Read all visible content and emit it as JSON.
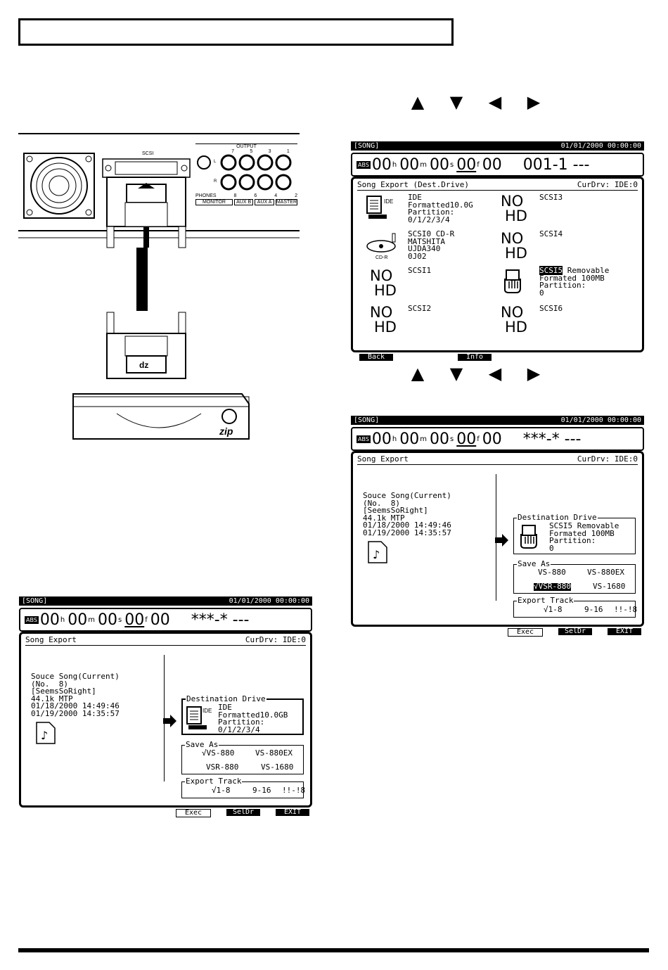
{
  "arrows": {
    "up": "▲",
    "down": "▼",
    "left": "◀",
    "right": "▶"
  },
  "hardware": {
    "scsi_label": "SCSI",
    "output_label": "OUTPUT",
    "output_numbers_top": [
      "7",
      "5",
      "3",
      "1"
    ],
    "output_numbers_bottom": [
      "8",
      "6",
      "4",
      "2"
    ],
    "lr_labels": [
      "L",
      "R"
    ],
    "phones_label": "PHONES",
    "section_labels": [
      "MONITOR",
      "AUX B",
      "AUX A",
      "MASTER"
    ],
    "zip_label": "zip",
    "connector_logo": "dz"
  },
  "screen_dest": {
    "topbar_left": "[SONG]",
    "topbar_right": "01/01/2000 00:00:00",
    "counter": {
      "abs": "ABS",
      "h": "00",
      "m": "00",
      "s": "00",
      "f": "00",
      "sub": "00",
      "song": "001-1 ---"
    },
    "title": "Song Export (Dest.Drive)",
    "curdrv": "CurDrv:   IDE:0",
    "drives": [
      {
        "name": "IDE\nFormatted10.0G\nPartition:\n0/1/2/3/4",
        "icon": "ide"
      },
      {
        "name": "SCSI0 CD-R\nMATSHITA\nUJDA340\n0J02",
        "icon": "cd-r"
      },
      {
        "name": "SCSI1",
        "icon": "no-hd"
      },
      {
        "name": "SCSI2",
        "icon": "no-hd"
      },
      {
        "name": "SCSI3",
        "icon": "no-hd"
      },
      {
        "name": "SCSI4",
        "icon": "no-hd"
      },
      {
        "name_sel": "SCSI5",
        "name_rest": " Removable\nFormated 100MB\nPartition:\n0",
        "icon": "removable"
      },
      {
        "name": "SCSI6",
        "icon": "no-hd"
      }
    ],
    "ide_tag": "IDE",
    "cdr_tag": "CD-R",
    "nohd_no": "NO",
    "nohd_hd": "HD",
    "softkeys": [
      "Back",
      "Info"
    ]
  },
  "screen_export_scsi5": {
    "topbar_left": "[SONG]",
    "topbar_right": "01/01/2000 00:00:00",
    "counter": {
      "abs": "ABS",
      "h": "00",
      "m": "00",
      "s": "00",
      "f": "00",
      "sub": "00",
      "song": "***-* ---"
    },
    "title": "Song Export",
    "curdrv": "CurDrv:   IDE:0",
    "source": "Souce Song(Current)\n(No.  8)\n[SeemsSoRight]\n44.1k MTP\n01/18/2000 14:49:46\n01/19/2000 14:35:57",
    "dest_label": "Destination Drive",
    "dest_sel": "",
    "dest_text": "SCSI5 Removable\nFormated 100MB\nPartition:\n0",
    "save_as_label": "Save As",
    "save_as": [
      "VS-880",
      "VS-880EX",
      "VSR-880",
      "VS-1680"
    ],
    "save_as_checked": "√VSR-880",
    "export_track_label": "Export Track",
    "export_track": [
      "√1-8",
      "9-16",
      "!!-!8"
    ],
    "softkeys": [
      "Exec",
      "SelDr",
      "EXIT"
    ]
  },
  "screen_export_ide": {
    "topbar_left": "[SONG]",
    "topbar_right": "01/01/2000 00:00:00",
    "counter": {
      "abs": "ABS",
      "h": "00",
      "m": "00",
      "s": "00",
      "f": "00",
      "sub": "00",
      "song": "***-* ---"
    },
    "title": "Song Export",
    "curdrv": "CurDrv:   IDE:0",
    "source": "Souce Song(Current)\n(No.  8)\n[SeemsSoRight]\n44.1k MTP\n01/18/2000 14:49:46\n01/19/2000 14:35:57",
    "dest_label": "Destination Drive",
    "dest_text": "IDE\nFormatted10.0GB\nPartition:\n0/1/2/3/4",
    "ide_tag": "IDE",
    "save_as_label": "Save As",
    "save_as": [
      "√VS-880",
      "VS-880EX",
      "VSR-880",
      "VS-1680"
    ],
    "export_track_label": "Export Track",
    "export_track": [
      "√1-8",
      "9-16",
      "!!-!8"
    ],
    "softkeys": [
      "Exec",
      "SelDr",
      "EXIT"
    ]
  }
}
